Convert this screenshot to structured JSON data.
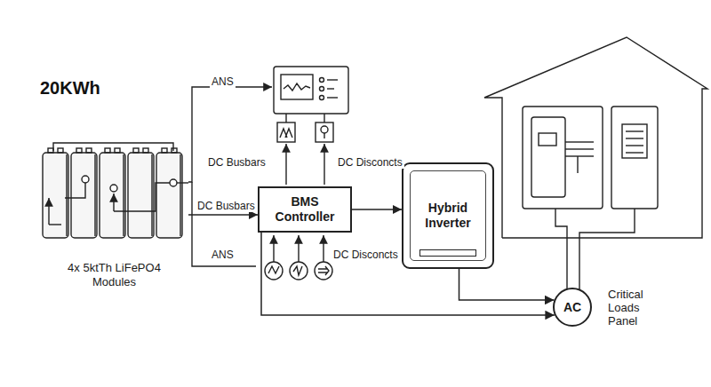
{
  "diagram": {
    "title": "20KWh",
    "nodes": [
      {
        "text": [
          "4x 5ktTh LiFePO4 Modules"
        ]
      },
      {
        "text": [
          "BMS Controller"
        ]
      },
      {
        "text": [
          "Hybrid Inverter"
        ]
      },
      {
        "text": [
          "AC"
        ]
      }
    ],
    "edges": [
      {
        "from": 0,
        "to": 1,
        "label": "DC Busbars",
        "arrow": "to"
      },
      {
        "from": 1,
        "to": 2,
        "arrow": "to"
      },
      {
        "from": 2,
        "to": 3,
        "arrow": "to"
      },
      {
        "from": 1,
        "to": 3,
        "arrow": "to"
      }
    ],
    "labels": [
      "ANS",
      "DC Busbars",
      "DC Disconcts",
      "ANS",
      "DC Disconcts",
      "Critical Loads Panel"
    ]
  }
}
